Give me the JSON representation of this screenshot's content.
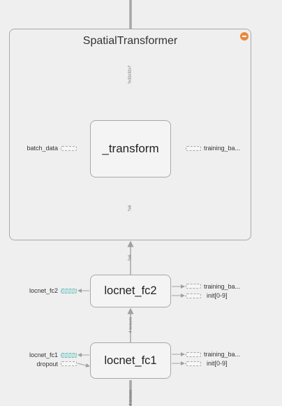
{
  "group": {
    "title": "SpatialTransformer",
    "collapse_icon": "minus-circle-icon",
    "accent": "#e8893a"
  },
  "nodes": {
    "transform": "_transform",
    "locnet_fc2": "locnet_fc2",
    "locnet_fc1": "locnet_fc1"
  },
  "edge_labels": {
    "top_input": "?x32x32x?",
    "transform_out": "?x6",
    "fc2_in": "?x6",
    "fc1_to_fc2": "4 tensors",
    "below_fc1": "4 tensors"
  },
  "ports": {
    "transform_in": "batch_data",
    "transform_out": "training_ba...",
    "fc2_in": "locnet_fc2",
    "fc2_out_1": "training_ba...",
    "fc2_out_2": "init[0-9]",
    "fc1_in_1": "locnet_fc1",
    "fc1_in_2": "dropout",
    "fc1_out_1": "training_ba...",
    "fc1_out_2": "init[0-9]"
  },
  "colors": {
    "edge": "#a0a0a0",
    "teal_stub": "#bfe3e1"
  }
}
